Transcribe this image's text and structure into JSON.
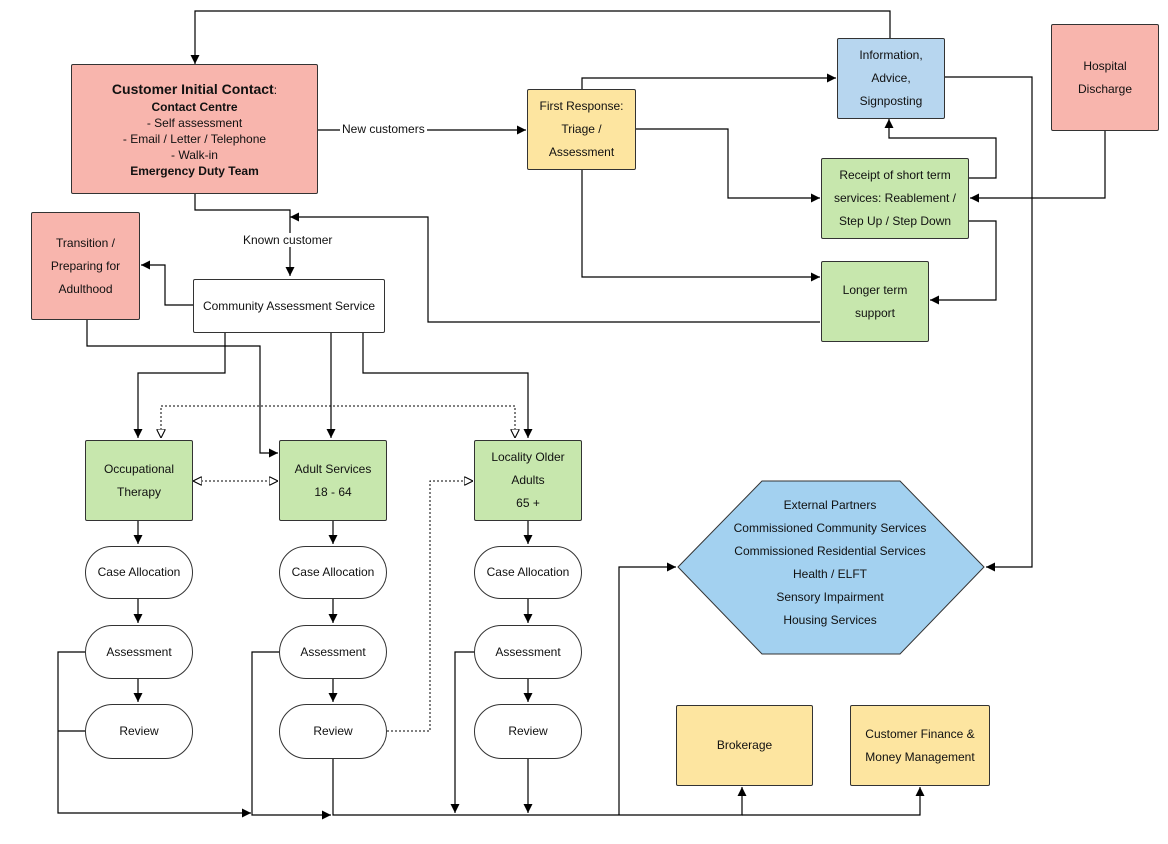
{
  "customer_contact": {
    "title": "Customer Initial Contact",
    "subtitle": "Contact Centre",
    "lines": [
      "- Self assessment",
      "- Email / Letter / Telephone",
      "- Walk-in"
    ],
    "footer": "Emergency Duty Team"
  },
  "first_response": [
    "First Response:",
    "Triage /",
    "Assessment"
  ],
  "info_advice": [
    "Information,",
    "Advice,",
    "Signposting"
  ],
  "hospital_discharge": [
    "Hospital",
    "Discharge"
  ],
  "short_term": [
    "Receipt of short term",
    "services: Reablement /",
    "Step Up / Step Down"
  ],
  "longer_term": [
    "Longer term",
    "support"
  ],
  "transition": [
    "Transition /",
    "Preparing for",
    "Adulthood"
  ],
  "community_assessment": "Community Assessment Service",
  "occupational_therapy": [
    "Occupational",
    "Therapy"
  ],
  "adult_services": [
    "Adult Services",
    "18 - 64"
  ],
  "locality_older": [
    "Locality Older",
    "Adults",
    "65 +"
  ],
  "steps": {
    "case_allocation": "Case Allocation",
    "assessment": "Assessment",
    "review": "Review"
  },
  "external_partners": [
    "External Partners",
    "Commissioned Community Services",
    "Commissioned Residential Services",
    "Health / ELFT",
    "Sensory Impairment",
    "Housing Services"
  ],
  "brokerage": "Brokerage",
  "customer_finance": [
    "Customer Finance &",
    "Money Management"
  ],
  "labels": {
    "new_customers": "New customers",
    "known_customer": "Known customer"
  }
}
